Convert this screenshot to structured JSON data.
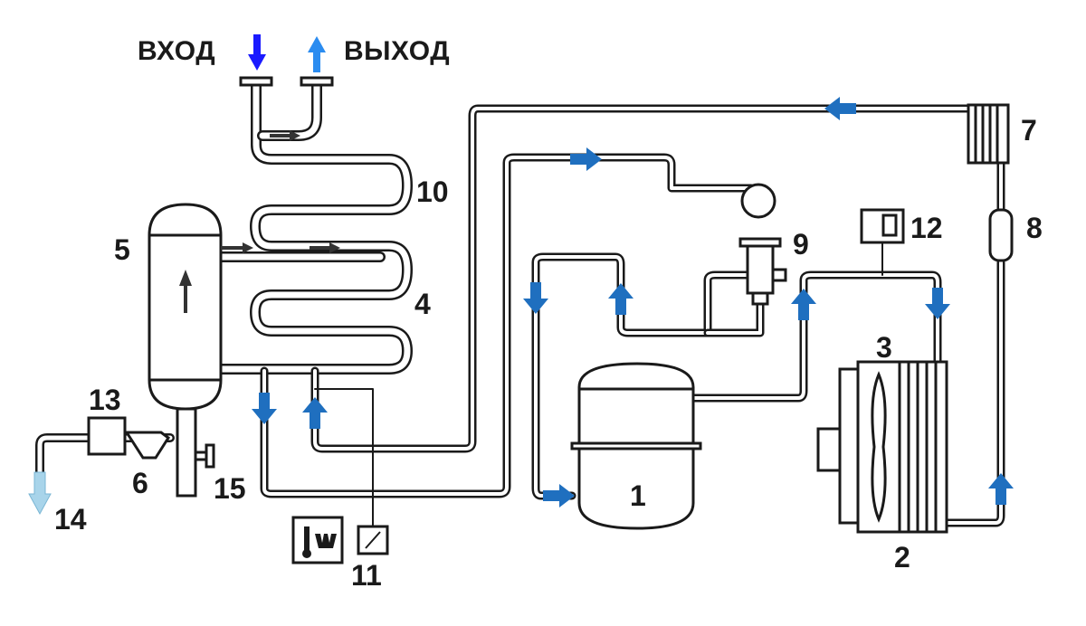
{
  "labels": {
    "inlet": "ВХОД",
    "outlet": "ВЫХОД",
    "n1": "1",
    "n2": "2",
    "n3": "3",
    "n4": "4",
    "n5": "5",
    "n6": "6",
    "n7": "7",
    "n8": "8",
    "n9": "9",
    "n10": "10",
    "n11": "11",
    "n12": "12",
    "n13": "13",
    "n14": "14",
    "n15": "15"
  },
  "colors": {
    "line": "#1a1a1a",
    "flow_arrow": "#1f6fbf",
    "inlet_arrow": "#1a1aff",
    "outlet_arrow": "#2b8cf0",
    "drain_arrow": "#a8d4ea",
    "inner_arrow": "#333333"
  },
  "icons": [
    "thermometer-icon",
    "flow-arrow-icon",
    "fan-icon"
  ]
}
